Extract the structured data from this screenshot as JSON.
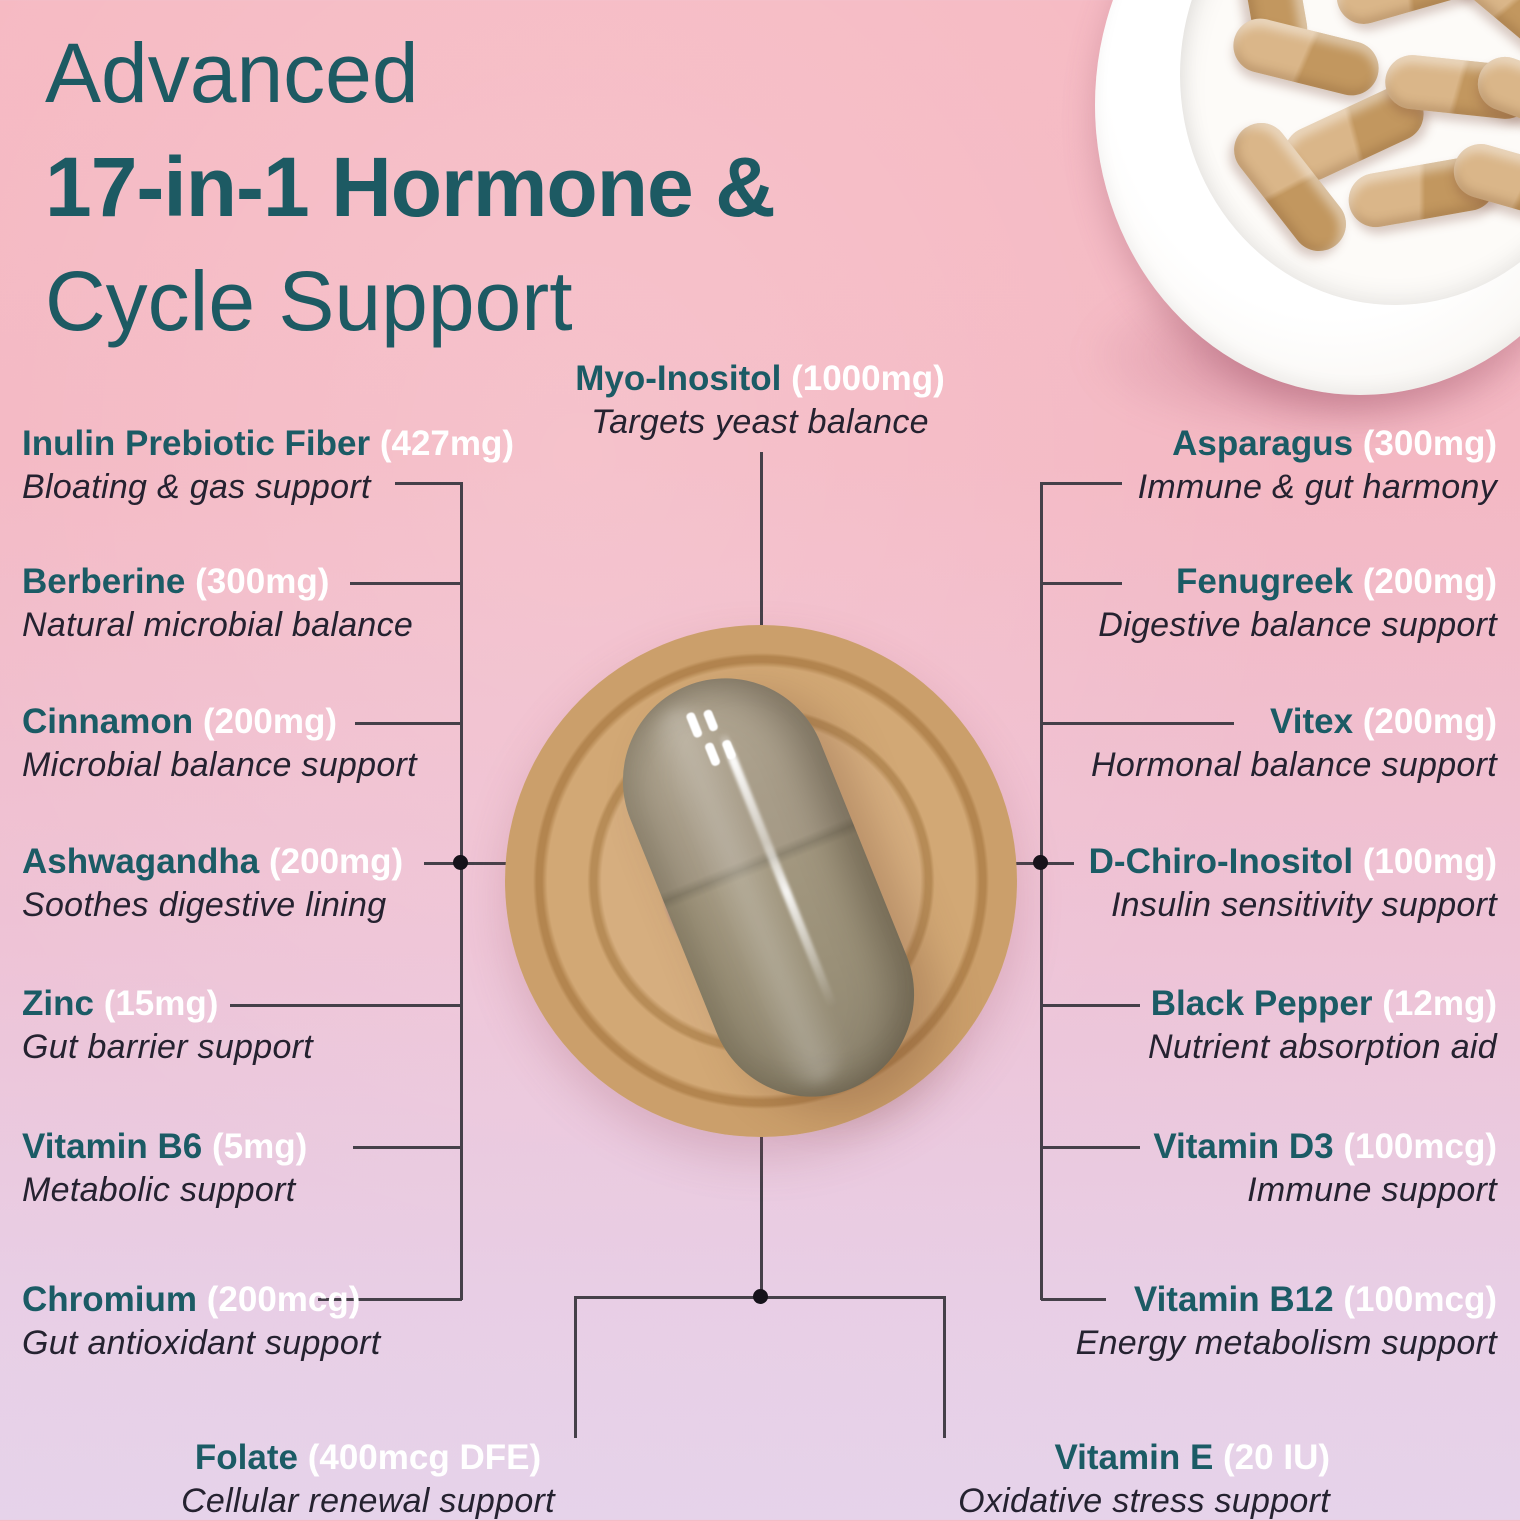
{
  "title": {
    "line1": "Advanced",
    "line2": "17-in-1 Hormone &",
    "line3": "Cycle Support"
  },
  "colors": {
    "teal_title": "#1d5a63",
    "teal_name": "#1b5b65",
    "dose_white": "#ffffff",
    "desc_dark": "#252230",
    "background_top": "#f6bac3",
    "background_bottom": "#e6d3ea",
    "powder_tan": "#cb9f6b",
    "capsule_khaki": "#9a9078",
    "bowl_capsule_tan": "#c2975f",
    "connector_line": "#454049"
  },
  "top_item": {
    "name": "Myo-Inositol",
    "dose": "(1000mg)",
    "desc": "Targets yeast balance"
  },
  "left_items": [
    {
      "name": "Inulin Prebiotic Fiber",
      "dose": "(427mg)",
      "desc": "Bloating & gas support"
    },
    {
      "name": "Berberine",
      "dose": "(300mg)",
      "desc": "Natural microbial balance"
    },
    {
      "name": "Cinnamon",
      "dose": "(200mg)",
      "desc": "Microbial balance support"
    },
    {
      "name": "Ashwagandha",
      "dose": "(200mg)",
      "desc": "Soothes digestive lining"
    },
    {
      "name": "Zinc",
      "dose": "(15mg)",
      "desc": "Gut barrier support"
    },
    {
      "name": "Vitamin B6",
      "dose": "(5mg)",
      "desc": "Metabolic support"
    },
    {
      "name": "Chromium",
      "dose": "(200mcg)",
      "desc": "Gut antioxidant support"
    }
  ],
  "right_items": [
    {
      "name": "Asparagus",
      "dose": "(300mg)",
      "desc": "Immune & gut harmony"
    },
    {
      "name": "Fenugreek",
      "dose": "(200mg)",
      "desc": "Digestive balance support"
    },
    {
      "name": "Vitex",
      "dose": "(200mg)",
      "desc": "Hormonal balance support"
    },
    {
      "name": "D-Chiro-Inositol",
      "dose": "(100mg)",
      "desc": "Insulin sensitivity support"
    },
    {
      "name": "Black Pepper",
      "dose": "(12mg)",
      "desc": "Nutrient absorption aid"
    },
    {
      "name": "Vitamin D3",
      "dose": "(100mcg)",
      "desc": "Immune support"
    },
    {
      "name": "Vitamin B12",
      "dose": "(100mcg)",
      "desc": "Energy metabolism support"
    }
  ],
  "bottom_items": [
    {
      "name": "Folate",
      "dose": "(400mcg DFE)",
      "desc": "Cellular renewal support"
    },
    {
      "name": "Vitamin E",
      "dose": "(20 IU)",
      "desc": "Oxidative stress support"
    }
  ]
}
